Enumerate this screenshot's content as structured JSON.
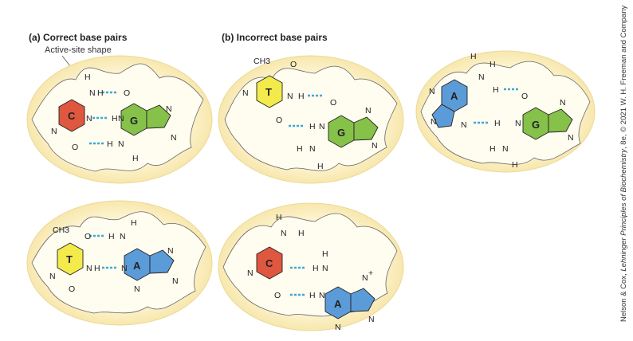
{
  "headings": {
    "a_tag": "(a)",
    "a_text": "Correct base pairs",
    "b_tag": "(b)",
    "b_text": "Incorrect base pairs"
  },
  "active_site_label": "Active-site shape",
  "credit": {
    "italic": "Lehninger Principles of Biochemistry",
    "prefix": "Nelson & Cox, ",
    "suffix": ", 8e, © 2021 W. H. Freeman and Company"
  },
  "colors": {
    "pocket": "#fbefc4",
    "pocket_edge": "#e9d48a",
    "C": "#e0573f",
    "G": "#86c14a",
    "T": "#f3ea4c",
    "A": "#5b9bd8",
    "hbond": "#3fa9d6"
  },
  "panels": [
    {
      "id": "a-CG",
      "left": "C",
      "right": "G"
    },
    {
      "id": "a-TA",
      "left": "T",
      "right": "A"
    },
    {
      "id": "b-TG",
      "left": "T",
      "right": "G"
    },
    {
      "id": "b-AG",
      "left": "A",
      "right": "G"
    },
    {
      "id": "b-CA",
      "left": "C",
      "right": "A"
    }
  ],
  "atoms": {
    "H": "H",
    "N": "N",
    "O": "O",
    "CH3": "CH3",
    "plus": "+"
  }
}
